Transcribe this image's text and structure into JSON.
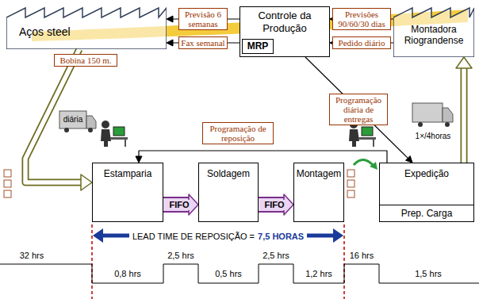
{
  "diagram": {
    "nodes": [
      {
        "text": [
          "Aços steel"
        ]
      },
      {
        "text": [
          "Controle da Produção"
        ]
      },
      {
        "text": [
          "MRP"
        ],
        "in": 1
      },
      {
        "text": [
          "Montadora Riograndense"
        ]
      },
      {
        "text": [
          "Estamparia"
        ]
      },
      {
        "text": [
          "Soldagem"
        ]
      },
      {
        "text": [
          "Montagem"
        ]
      },
      {
        "text": [
          "Expedição",
          "Prep. Carga"
        ]
      }
    ],
    "edges": [
      {
        "from": 1,
        "to": 0,
        "label": "Previsão 6 semanas",
        "arrow": "to"
      },
      {
        "from": 1,
        "to": 0,
        "label": "Fax semanal",
        "arrow": "to"
      },
      {
        "from": 3,
        "to": 1,
        "label": "Previsões 90/60/30 dias",
        "arrow": "to"
      },
      {
        "from": 3,
        "to": 1,
        "label": "Pedido diário",
        "arrow": "to"
      },
      {
        "from": 0,
        "to": 4,
        "label": "Bobina 150 m.",
        "arrow": "to"
      },
      {
        "from": 1,
        "to": 7,
        "label": "Programação diária de entregas",
        "arrow": "to"
      },
      {
        "from": 7,
        "to": 4,
        "label": "Programação de reposição",
        "arrow": "to"
      },
      {
        "from": 4,
        "to": 5,
        "label": "FIFO",
        "arrow": "to"
      },
      {
        "from": 5,
        "to": 6,
        "label": "FIFO",
        "arrow": "to"
      },
      {
        "from": 7,
        "to": 3,
        "arrow": "to"
      }
    ],
    "labels": [
      "diária",
      "1×/4horas",
      "LEAD TIME DE REPOSIÇÃO =",
      "7,5 HORAS",
      "32 hrs",
      "0,8 hrs",
      "2,5 hrs",
      "0,5 hrs",
      "2,5 hrs",
      "1,2 hrs",
      "16 hrs",
      "1,5 hrs"
    ]
  }
}
